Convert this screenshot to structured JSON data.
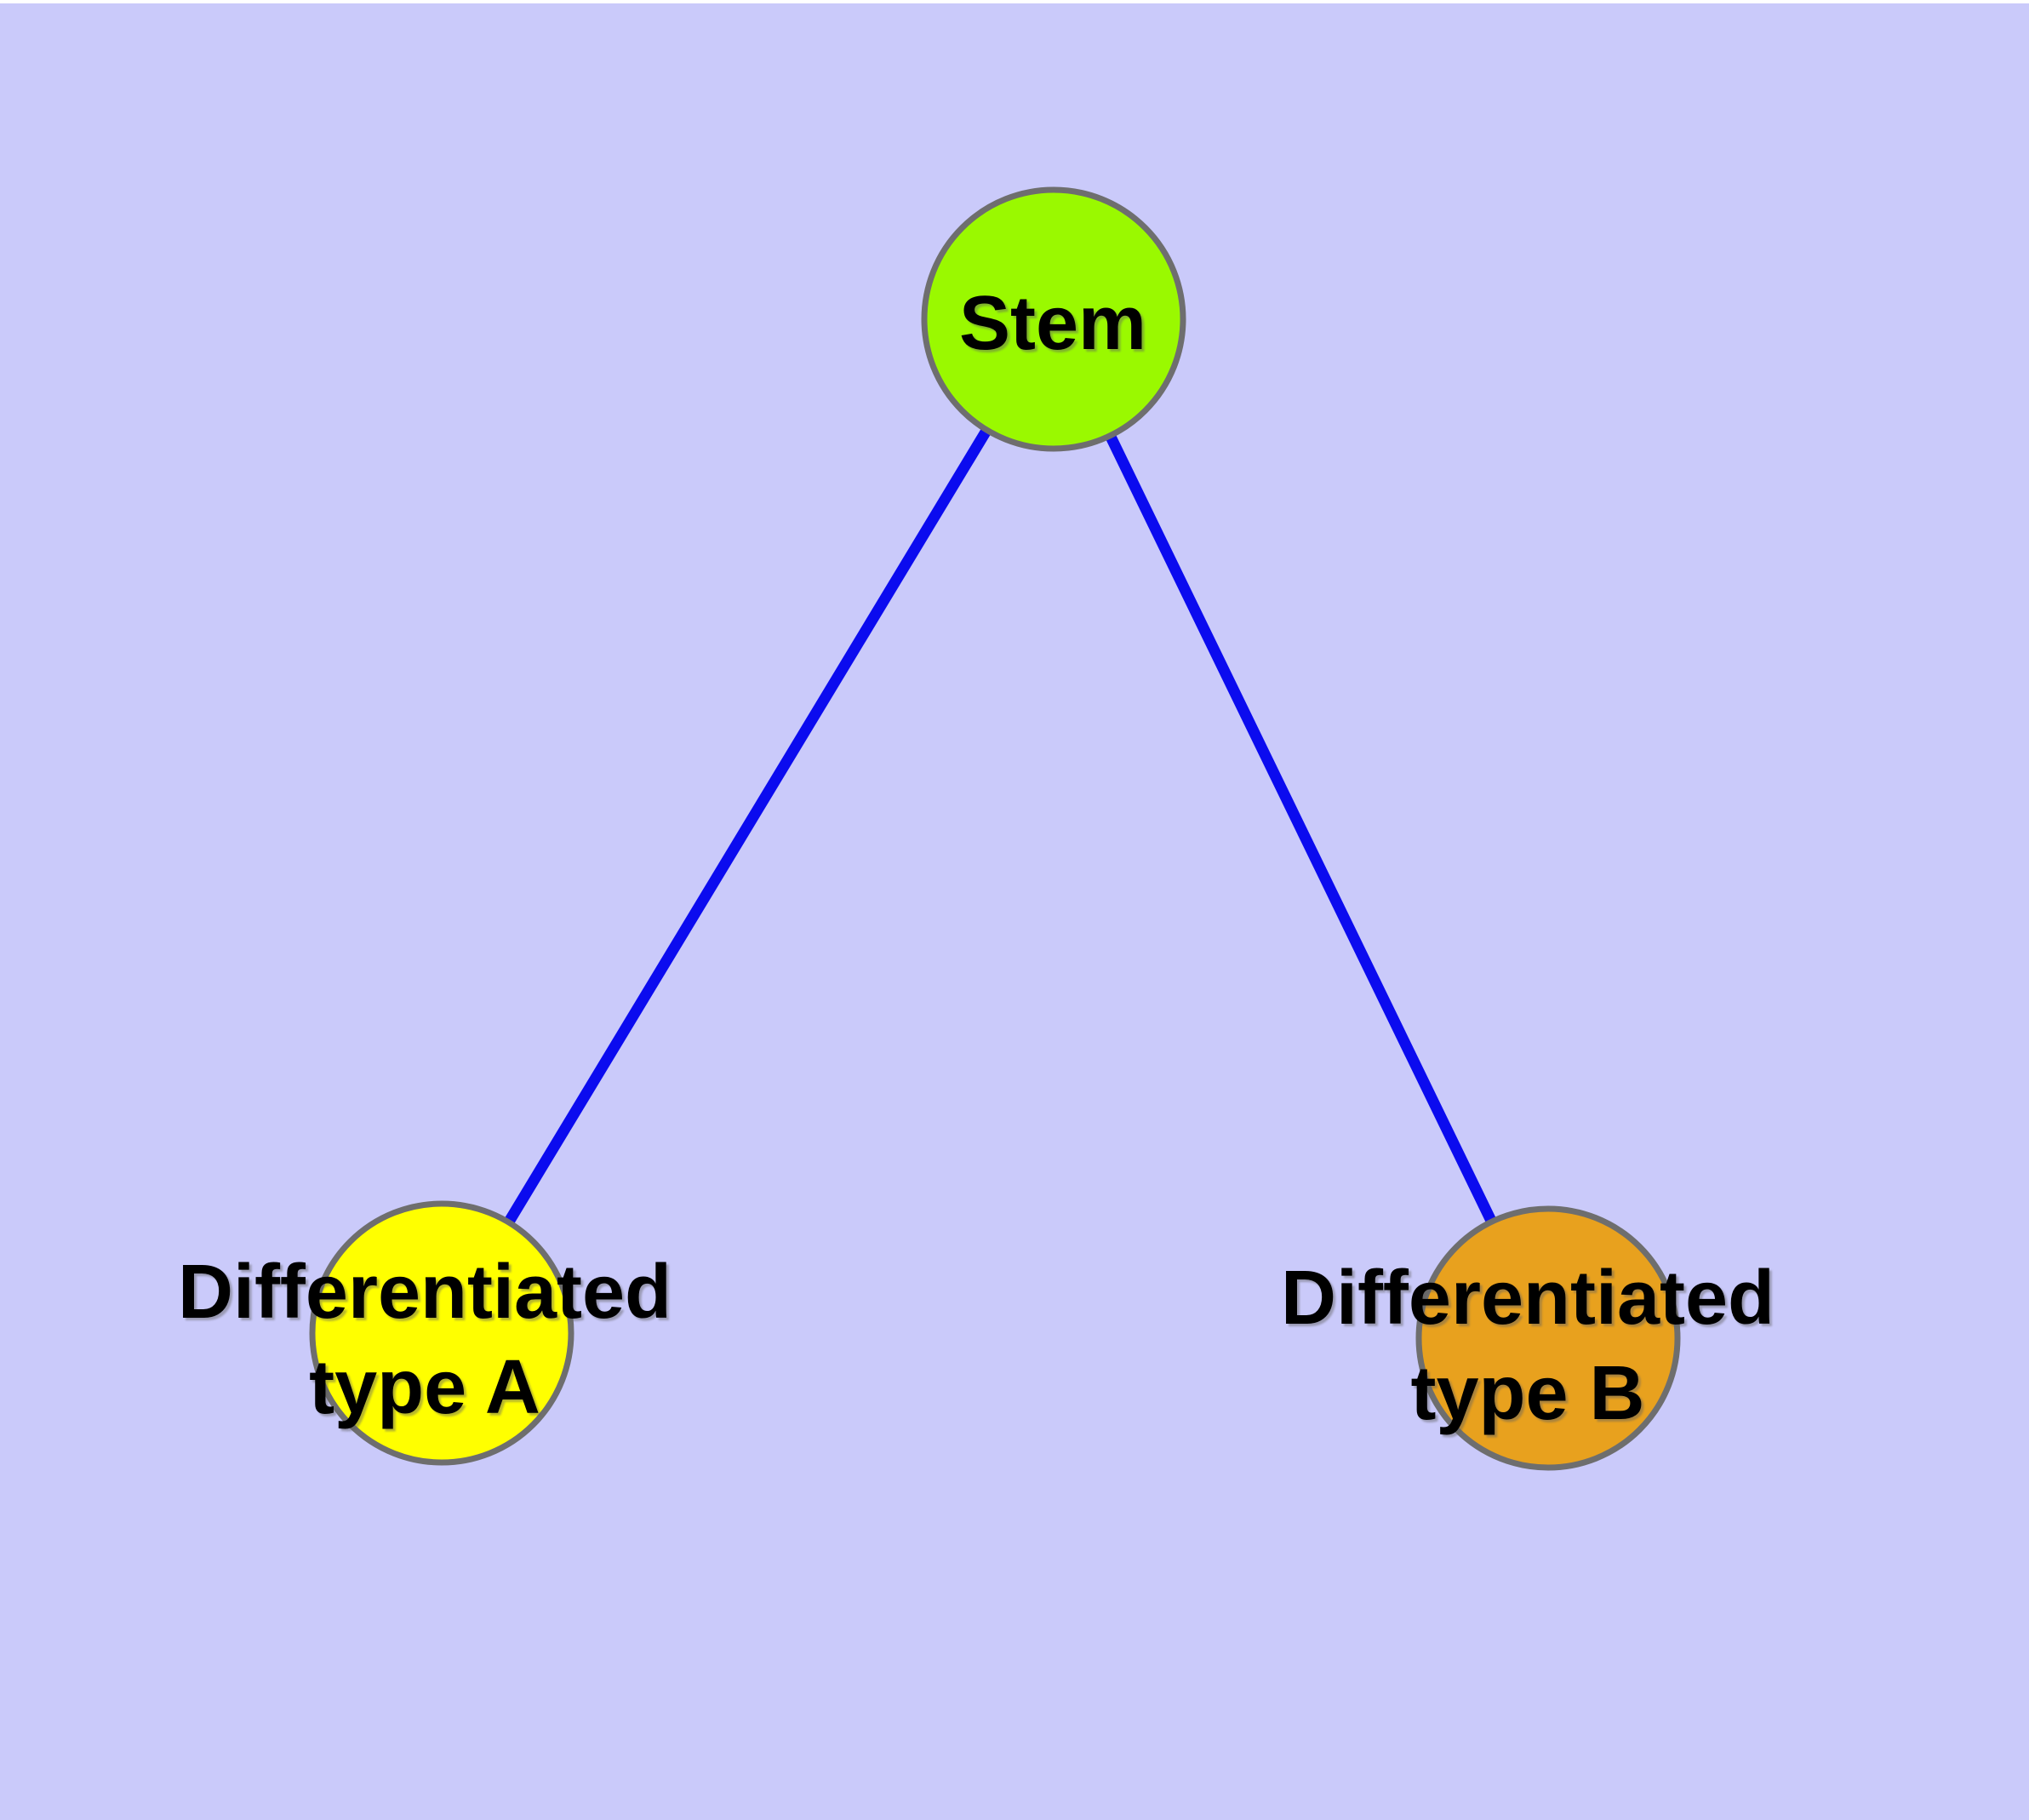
{
  "canvas": {
    "background_color": "#CACAFA",
    "top_strip_color": "#FFFFFF"
  },
  "style": {
    "edge_color": "#0B0BEF",
    "node_border_color": "#6E6E6E",
    "label_color": "#000000"
  },
  "nodes": {
    "stem": {
      "label": "Stem",
      "fill_color": "#9AF900"
    },
    "type_a": {
      "label_line1": "Differentiated",
      "label_line2": "type A",
      "fill_color": "#FFFF00"
    },
    "type_b": {
      "label_line1": "Differentiated",
      "label_line2": "type B",
      "fill_color": "#E8A11E"
    }
  },
  "edges": [
    {
      "from": "Stem",
      "to": "Differentiated type A"
    },
    {
      "from": "Stem",
      "to": "Differentiated type B"
    }
  ]
}
